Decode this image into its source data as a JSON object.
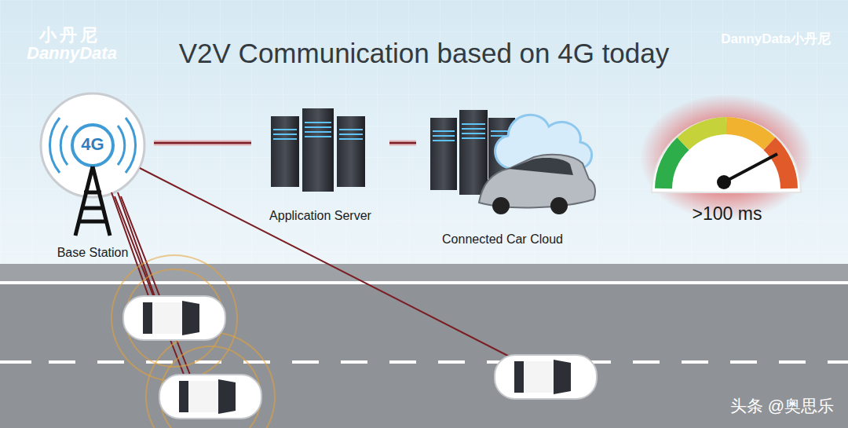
{
  "diagram": {
    "title": "V2V Communication based on 4G today",
    "nodes": [
      {
        "text": [
          "4G",
          "Base Station"
        ]
      },
      {
        "text": [
          "Application Server"
        ]
      },
      {
        "text": [
          "Connected Car Cloud"
        ]
      },
      {
        "text": [
          ">100 ms"
        ]
      }
    ],
    "edges": [
      {
        "from": 0,
        "to": 1,
        "arrow": "none"
      },
      {
        "from": 1,
        "to": 2,
        "arrow": "none"
      }
    ],
    "labels": [
      "小丹尼",
      "DannyData",
      "DannyData小丹尼",
      "头条 @奥思乐"
    ]
  }
}
